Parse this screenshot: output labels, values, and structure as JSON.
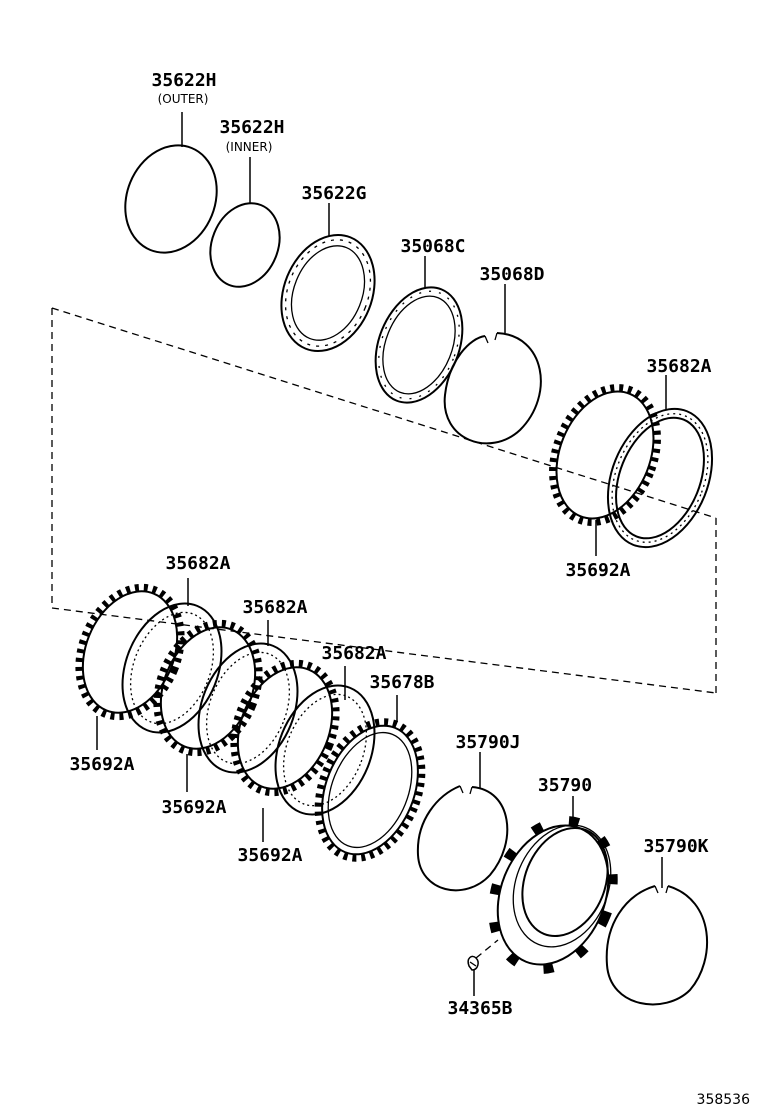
{
  "parts": {
    "p35622H_outer": "35622H",
    "p35622H_outer_note": "(OUTER)",
    "p35622H_inner": "35622H",
    "p35622H_inner_note": "(INNER)",
    "p35622G": "35622G",
    "p35068C": "35068C",
    "p35068D": "35068D",
    "p35682A_top": "35682A",
    "p35692A_right": "35692A",
    "p35682A_a": "35682A",
    "p35682A_b": "35682A",
    "p35682A_c": "35682A",
    "p35678B": "35678B",
    "p35692A_a": "35692A",
    "p35692A_b": "35692A",
    "p35692A_c": "35692A",
    "p35790J": "35790J",
    "p35790": "35790",
    "p35790K": "35790K",
    "p34365B": "34365B"
  },
  "diagram_ref": "358536"
}
